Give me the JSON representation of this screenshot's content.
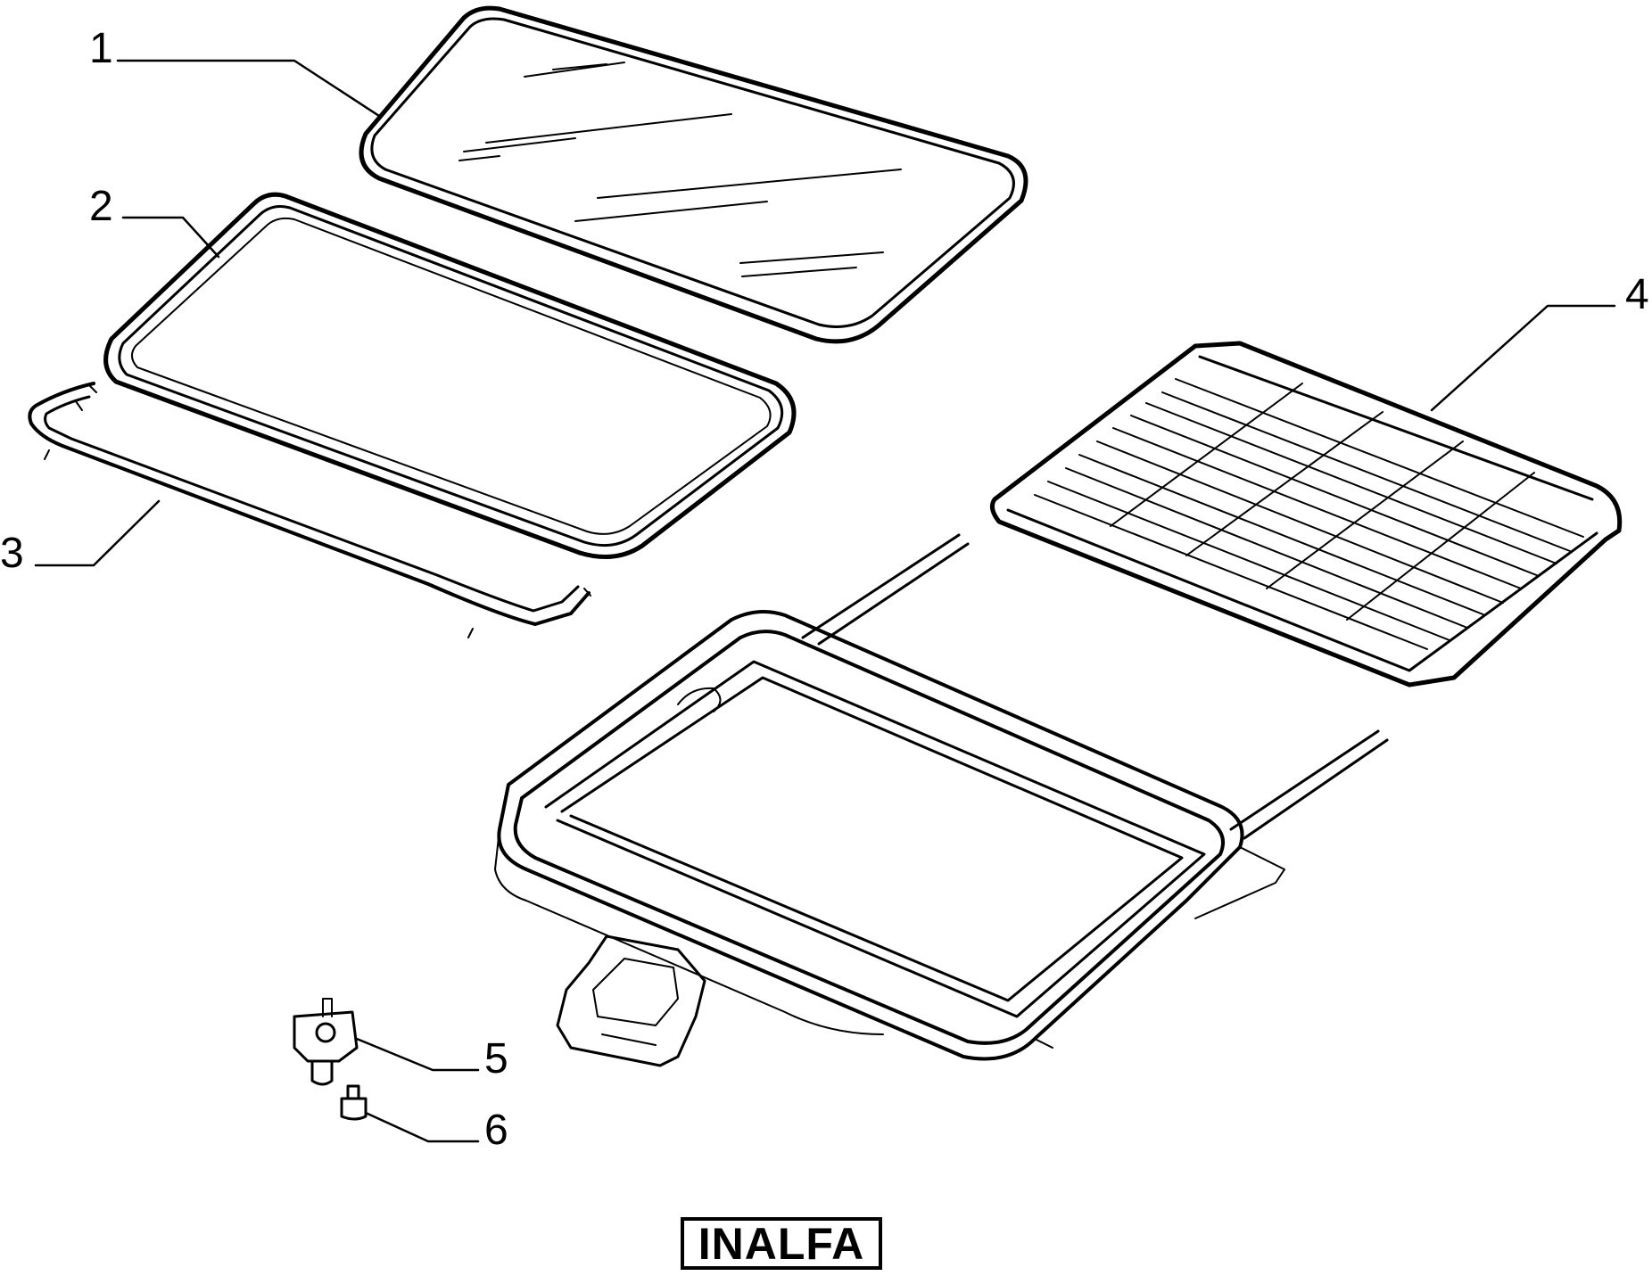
{
  "callouts": [
    {
      "id": "1",
      "label": "1"
    },
    {
      "id": "2",
      "label": "2"
    },
    {
      "id": "3",
      "label": "3"
    },
    {
      "id": "4",
      "label": "4"
    },
    {
      "id": "5",
      "label": "5"
    },
    {
      "id": "6",
      "label": "6"
    }
  ],
  "brand": {
    "label": "INALFA"
  },
  "colors": {
    "line": "#000000",
    "background": "#ffffff"
  }
}
